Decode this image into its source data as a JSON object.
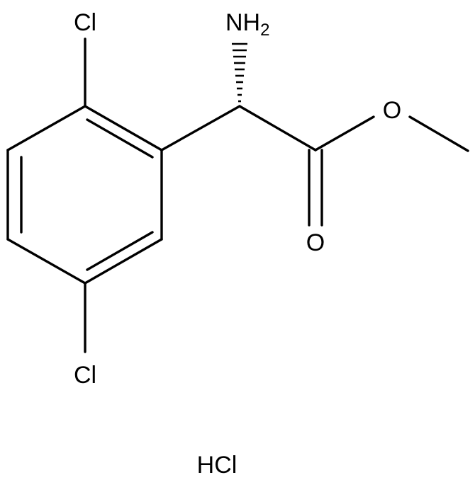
{
  "molecule": {
    "atoms": {
      "cl_top": "Cl",
      "cl_bottom": "Cl",
      "nh2_main": "NH",
      "nh2_sub": "2",
      "ester_o": "O",
      "carbonyl_o": "O"
    },
    "salt": "HCl",
    "colors": {
      "bond": "#000000",
      "label": "#000000",
      "background": "#ffffff"
    }
  }
}
